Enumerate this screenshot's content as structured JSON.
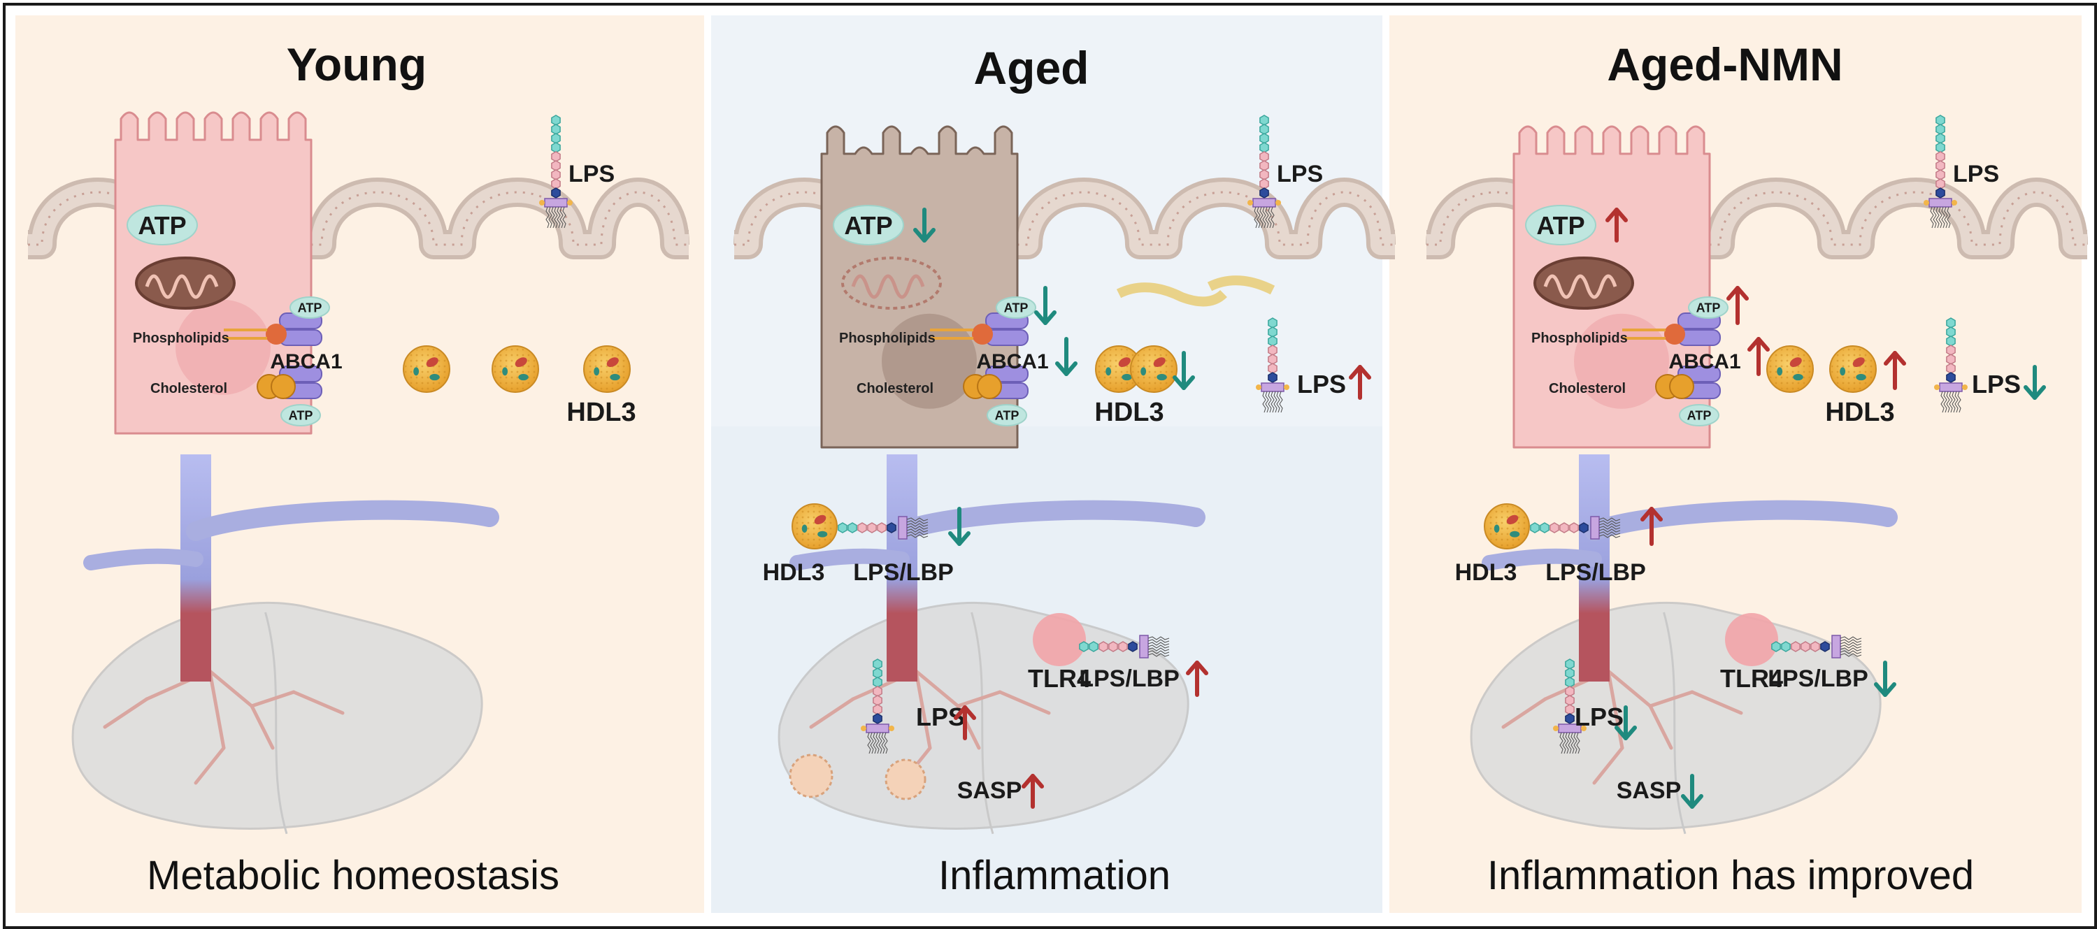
{
  "panels": [
    {
      "title": "Young",
      "caption": "Metabolic homeostasis",
      "state": "young",
      "labels": {
        "atp_main": "ATP",
        "lps": "LPS",
        "phospholipids": "Phospholipids",
        "abca1": "ABCA1",
        "cholesterol": "Cholesterol",
        "atp_top": "ATP",
        "atp_bottom": "ATP",
        "hdl3": "HDL3"
      }
    },
    {
      "title": "Aged",
      "caption": "Inflammation",
      "state": "aged",
      "labels": {
        "atp_main": "ATP",
        "lps": "LPS",
        "phospholipids": "Phospholipids",
        "abca1": "ABCA1",
        "cholesterol": "Cholesterol",
        "atp_top": "ATP",
        "atp_bottom": "ATP",
        "hdl3": "HDL3",
        "lps_leak": "LPS",
        "hdl3_blood": "HDL3",
        "lps_lbp_blood": "LPS/LBP",
        "tlr4": "TLR4",
        "lps_lbp_liver": "LPS/LBP",
        "lps_liver": "LPS",
        "sasp": "SASP"
      },
      "arrows": {
        "atp_main": "down",
        "atp_top": "down",
        "abca1": "down",
        "hdl3": "down",
        "lps_leak": "up",
        "lps_lbp_blood": "down",
        "lps_lbp_liver": "up",
        "lps_liver": "up",
        "sasp": "up"
      }
    },
    {
      "title": "Aged-NMN",
      "caption": "Inflammation has improved",
      "state": "nmn",
      "labels": {
        "atp_main": "ATP",
        "lps": "LPS",
        "phospholipids": "Phospholipids",
        "abca1": "ABCA1",
        "cholesterol": "Cholesterol",
        "atp_top": "ATP",
        "atp_bottom": "ATP",
        "hdl3": "HDL3",
        "lps_leak": "LPS",
        "hdl3_blood": "HDL3",
        "lps_lbp_blood": "LPS/LBP",
        "tlr4": "TLR4",
        "lps_lbp_liver": "LPS/LBP",
        "lps_liver": "LPS",
        "sasp": "SASP"
      },
      "arrows": {
        "atp_main": "up",
        "atp_top": "up",
        "abca1": "up",
        "hdl3": "up",
        "lps_leak": "down",
        "lps_lbp_blood": "up",
        "lps_lbp_liver": "down",
        "lps_liver": "down",
        "sasp": "down"
      }
    }
  ],
  "colors": {
    "panel_warm": "#fdf1e4",
    "panel_cool": "#eef3f8",
    "arrow_up": "#b3312f",
    "arrow_down": "#1f8a7e",
    "atp_badge": "#bfe6df",
    "cell_young": "#f6c7c6",
    "cell_aged": "#c7b3a7",
    "vein": "#a9aee0",
    "liver": "#dcdcdc",
    "hdl": "#f2b64a"
  }
}
